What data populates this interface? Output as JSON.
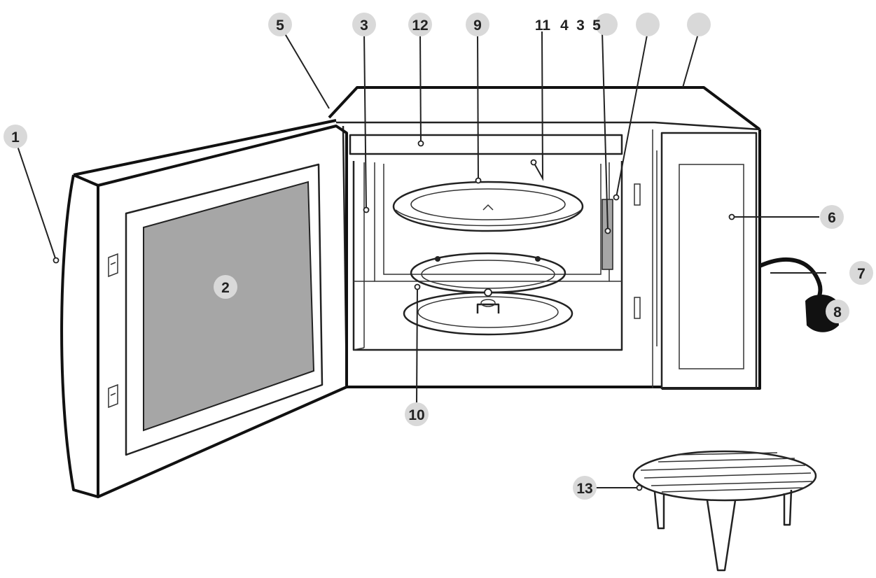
{
  "diagram": {
    "callouts": {
      "door": "1",
      "window": "2",
      "interlock_left": "3",
      "hinge_top": "5",
      "top_3": "3",
      "grill": "12",
      "turntable": "9",
      "light": "11",
      "top_4": "4",
      "top_3b": "3",
      "top_5b": "5",
      "control_panel": "6",
      "cord": "7",
      "plug": "8",
      "roller_ring": "10",
      "rack": "13",
      "blank_a": "",
      "blank_b": "",
      "blank_c": ""
    },
    "colors": {
      "bubble": "#d9d9d9",
      "window_fill": "#a6a6a6",
      "line": "#1a1a1a"
    }
  }
}
